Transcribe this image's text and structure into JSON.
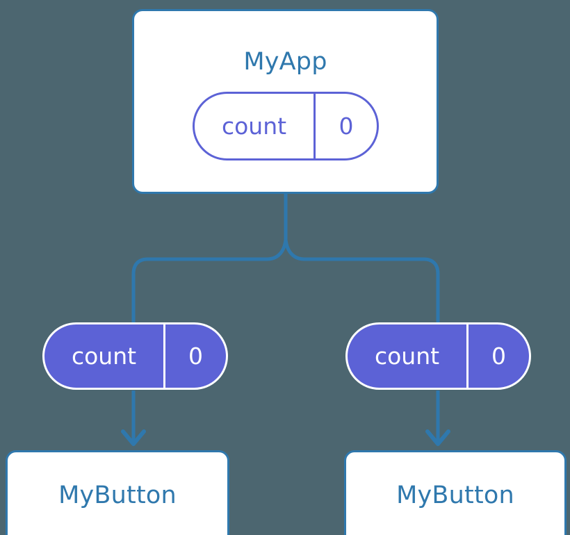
{
  "diagram": {
    "type": "component-state-tree",
    "background_color": "#4c6670",
    "accent_color": "#2f78ad",
    "state_color": "#5c62d6",
    "surface_color": "#ffffff",
    "root": {
      "component_label": "MyApp",
      "state": {
        "key": "count",
        "value": "0"
      }
    },
    "children": [
      {
        "state": {
          "key": "count",
          "value": "0"
        },
        "component_label": "MyButton"
      },
      {
        "state": {
          "key": "count",
          "value": "0"
        },
        "component_label": "MyButton"
      }
    ],
    "connectors": {
      "fork_label": "",
      "arrow_count": 2
    }
  }
}
